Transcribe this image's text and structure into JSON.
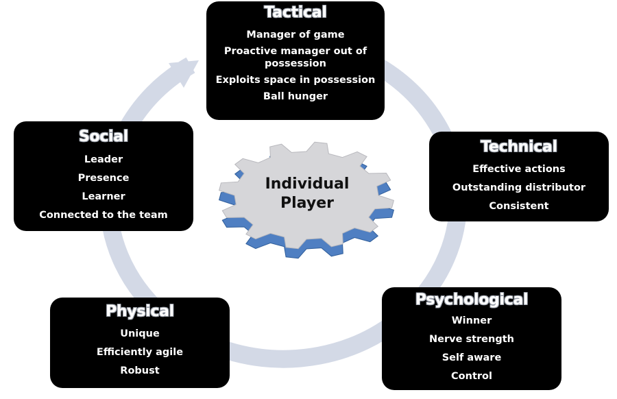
{
  "colors": {
    "box_fill": "#000000",
    "text": "#ffffff",
    "ring": "#d3d9e6",
    "gear_face": "#d6d6d9",
    "gear_side": "#4f7fc2"
  },
  "center": {
    "line1": "Individual",
    "line2": "Player",
    "icon": "gear-icon"
  },
  "boxes": {
    "tactical": {
      "title": "Tactical",
      "items": [
        "Manager of game",
        "Proactive manager out of possession",
        "Exploits space in possession",
        "Ball hunger"
      ]
    },
    "technical": {
      "title": "Technical",
      "items": [
        "Effective actions",
        "Outstanding distributor",
        "Consistent"
      ]
    },
    "psychological": {
      "title": "Psychological",
      "items": [
        "Winner",
        "Nerve strength",
        "Self aware",
        "Control"
      ]
    },
    "physical": {
      "title": "Physical",
      "items": [
        "Unique",
        "Efficiently agile",
        "Robust"
      ]
    },
    "social": {
      "title": "Social",
      "items": [
        "Leader",
        "Presence",
        "Learner",
        "Connected to the team"
      ]
    }
  }
}
